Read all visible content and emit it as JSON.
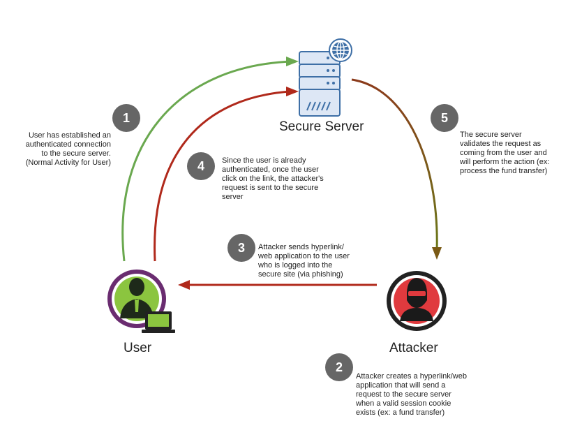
{
  "nodes": {
    "server_label": "Secure Server",
    "user_label": "User",
    "attacker_label": "Attacker"
  },
  "steps": [
    {
      "number": "1",
      "lines": [
        "User has established an",
        "authenticated connection",
        "to the secure server.",
        "(Normal Activity for User)"
      ]
    },
    {
      "number": "2",
      "lines": [
        "Attacker creates a hyperlink/web",
        "application that will send a",
        "request to the secure server",
        "when a valid session cookie",
        "exists (ex: a fund transfer)"
      ]
    },
    {
      "number": "3",
      "lines": [
        "Attacker sends hyperlink/",
        "web application to the user",
        "who is logged into the",
        "secure site (via phishing)"
      ]
    },
    {
      "number": "4",
      "lines": [
        "Since the user is already",
        "authenticated, once the user",
        "click on the link, the attacker's",
        "request is sent to the secure",
        "server"
      ]
    },
    {
      "number": "5",
      "lines": [
        "The secure server",
        "validates the request as",
        "coming from the user and",
        "will perform the action (ex:",
        "process the fund transfer)"
      ]
    }
  ],
  "colors": {
    "green_arrow": "#6aa84f",
    "red_arrow": "#b0291b",
    "badge": "#666666",
    "user_ring": "#6a2c70",
    "user_fill": "#8bc53f",
    "attacker_fill": "#e03a3e",
    "server_fill": "#dde7f5",
    "server_stroke": "#3e6fa6"
  },
  "icons": [
    "server-icon",
    "globe-icon",
    "user-icon",
    "laptop-icon",
    "attacker-icon"
  ]
}
